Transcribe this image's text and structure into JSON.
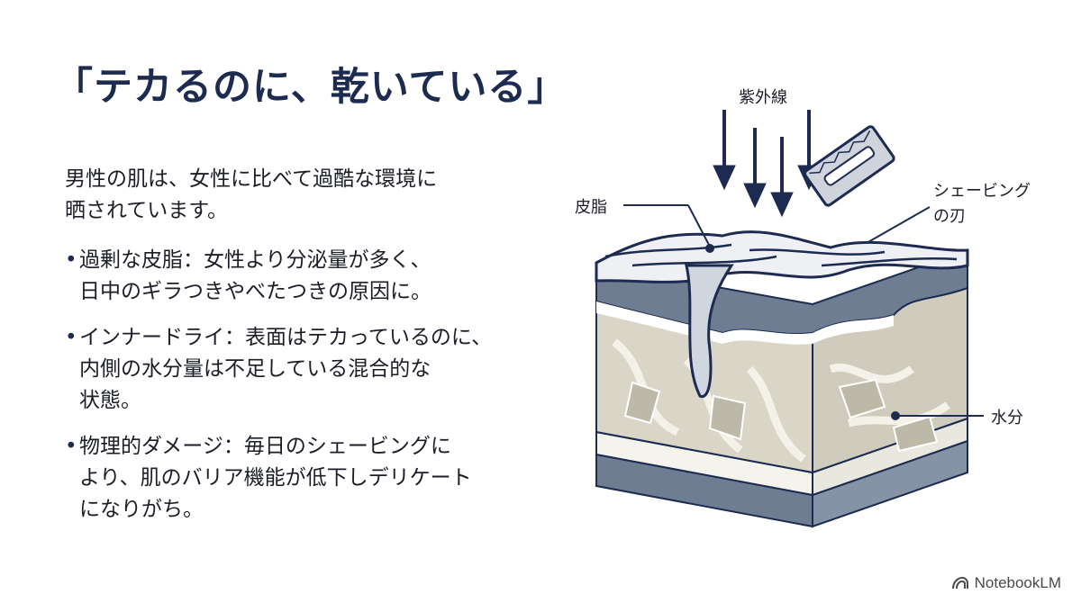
{
  "title": "「テカるのに、乾いている」",
  "intro": {
    "lines": [
      "男性の肌は、女性に比べて過酷な環境に",
      "晒されています。"
    ]
  },
  "bullets": [
    {
      "lines": [
        "過剰な皮脂：女性より分泌量が多く、",
        "日中のギラつきやべたつきの原因に。"
      ]
    },
    {
      "lines": [
        "インナードライ：表面はテカっているのに、",
        "内側の水分量は不足している混合的な",
        "状態。"
      ]
    },
    {
      "lines": [
        "物理的ダメージ：毎日のシェービングに",
        "より、肌のバリア機能が低下しデリケート",
        "になりがち。"
      ]
    }
  ],
  "diagram": {
    "labels": {
      "uv": "紫外線",
      "sebum": "皮脂",
      "blade_line1": "シェービング",
      "blade_line2": "の刃",
      "moisture": "水分"
    },
    "colors": {
      "navy": "#1c2b4f",
      "slate": "#6f7d93",
      "beige": "#d9d6c8",
      "light": "#eceae0"
    }
  },
  "footer": {
    "brand": "NotebookLM",
    "icon": "notebooklm-logo-icon"
  }
}
